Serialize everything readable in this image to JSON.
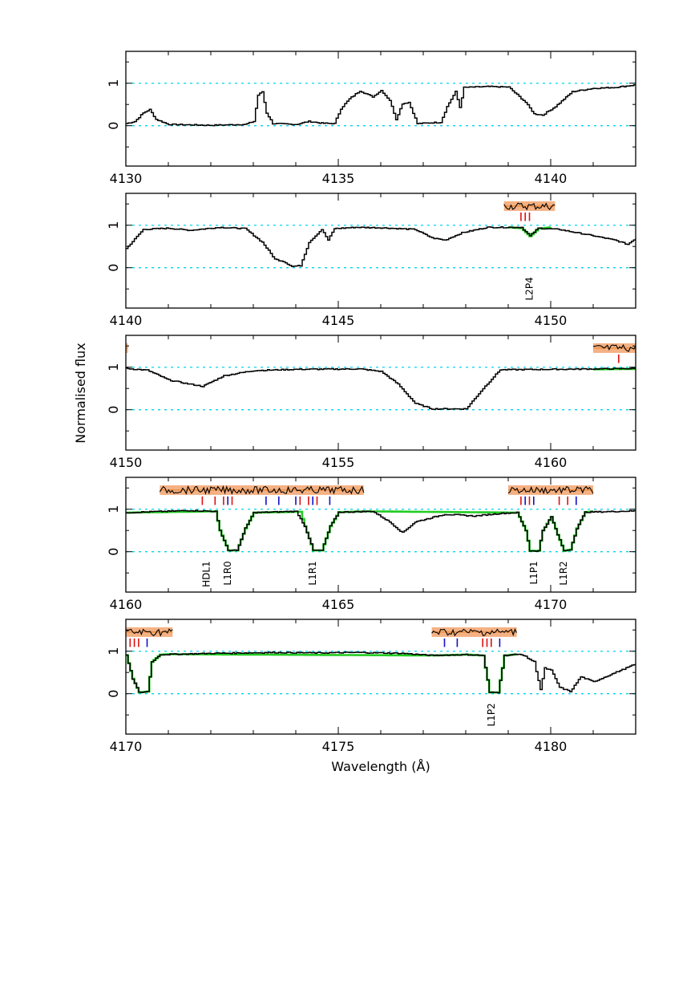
{
  "chart_data": {
    "type": "line",
    "xlabel": "Wavelength (Å)",
    "ylabel": "Normalised flux",
    "ylim": [
      -0.95,
      1.75
    ],
    "yticks": [
      0,
      1
    ],
    "grid": "dotted cyan at y=0 and y=1",
    "colors": {
      "spectrum": "#000000",
      "model": "#22cc22",
      "residual_band": "#f4b183",
      "residual_line": "#e67e22",
      "tick_red": "#dd1111",
      "tick_blue": "#1111cc",
      "gridline": "#00d6e8"
    },
    "panels": [
      {
        "xlim": [
          4130,
          4142
        ],
        "xticks": [
          4130,
          4135,
          4140
        ],
        "spectrum": [
          [
            4130,
            0.05
          ],
          [
            4130.2,
            0.1
          ],
          [
            4130.4,
            0.3
          ],
          [
            4130.55,
            0.38
          ],
          [
            4130.7,
            0.15
          ],
          [
            4131,
            0.03
          ],
          [
            4132,
            0.01
          ],
          [
            4132.8,
            0.03
          ],
          [
            4133,
            0.1
          ],
          [
            4133.1,
            0.72
          ],
          [
            4133.2,
            0.8
          ],
          [
            4133.3,
            0.3
          ],
          [
            4133.45,
            0.05
          ],
          [
            4134,
            0.03
          ],
          [
            4134.3,
            0.1
          ],
          [
            4134.6,
            0.06
          ],
          [
            4134.9,
            0.05
          ],
          [
            4135.05,
            0.4
          ],
          [
            4135.25,
            0.63
          ],
          [
            4135.5,
            0.82
          ],
          [
            4135.8,
            0.68
          ],
          [
            4136,
            0.83
          ],
          [
            4136.2,
            0.6
          ],
          [
            4136.35,
            0.15
          ],
          [
            4136.5,
            0.52
          ],
          [
            4136.65,
            0.55
          ],
          [
            4136.85,
            0.05
          ],
          [
            4137.4,
            0.08
          ],
          [
            4137.55,
            0.45
          ],
          [
            4137.75,
            0.8
          ],
          [
            4137.85,
            0.43
          ],
          [
            4137.95,
            0.9
          ],
          [
            4138.5,
            0.92
          ],
          [
            4139,
            0.91
          ],
          [
            4139.4,
            0.55
          ],
          [
            4139.6,
            0.28
          ],
          [
            4139.8,
            0.25
          ],
          [
            4140.1,
            0.45
          ],
          [
            4140.5,
            0.8
          ],
          [
            4141,
            0.88
          ],
          [
            4141.5,
            0.9
          ],
          [
            4142,
            0.96
          ]
        ]
      },
      {
        "xlim": [
          4140,
          4152
        ],
        "xticks": [
          4140,
          4145,
          4150
        ],
        "spectrum": [
          [
            4140,
            0.45
          ],
          [
            4140.4,
            0.9
          ],
          [
            4141,
            0.93
          ],
          [
            4141.5,
            0.88
          ],
          [
            4142.2,
            0.95
          ],
          [
            4142.8,
            0.92
          ],
          [
            4143.2,
            0.6
          ],
          [
            4143.5,
            0.2
          ],
          [
            4143.7,
            0.15
          ],
          [
            4143.9,
            0.03
          ],
          [
            4144.1,
            0.05
          ],
          [
            4144.3,
            0.6
          ],
          [
            4144.6,
            0.9
          ],
          [
            4144.75,
            0.65
          ],
          [
            4144.9,
            0.92
          ],
          [
            4145.4,
            0.95
          ],
          [
            4146,
            0.94
          ],
          [
            4146.8,
            0.9
          ],
          [
            4147.2,
            0.7
          ],
          [
            4147.5,
            0.65
          ],
          [
            4147.9,
            0.82
          ],
          [
            4148.5,
            0.95
          ],
          [
            4149.3,
            0.95
          ],
          [
            4149.5,
            0.75
          ],
          [
            4149.7,
            0.93
          ],
          [
            4150.2,
            0.9
          ],
          [
            4151,
            0.75
          ],
          [
            4151.5,
            0.65
          ],
          [
            4151.8,
            0.55
          ],
          [
            4152,
            0.7
          ]
        ],
        "model": [
          [
            4149,
            0.95
          ],
          [
            4149.3,
            0.93
          ],
          [
            4149.5,
            0.74
          ],
          [
            4149.7,
            0.92
          ],
          [
            4150,
            0.95
          ]
        ],
        "residual_regions": [
          [
            4148.9,
            4150.1
          ]
        ],
        "ticks_red": [
          4149.3,
          4149.4,
          4149.5
        ],
        "ticks_blue": [],
        "labels": [
          {
            "text": "L2P4",
            "x": 4149.5
          }
        ]
      },
      {
        "xlim": [
          4150,
          4162
        ],
        "xticks": [
          4150,
          4155,
          4160
        ],
        "spectrum": [
          [
            4150,
            0.97
          ],
          [
            4150.5,
            0.93
          ],
          [
            4151,
            0.7
          ],
          [
            4151.4,
            0.62
          ],
          [
            4151.8,
            0.55
          ],
          [
            4152.3,
            0.8
          ],
          [
            4153,
            0.92
          ],
          [
            4154,
            0.95
          ],
          [
            4155.5,
            0.96
          ],
          [
            4156,
            0.9
          ],
          [
            4156.4,
            0.6
          ],
          [
            4156.8,
            0.15
          ],
          [
            4157.2,
            0.02
          ],
          [
            4158,
            0.02
          ],
          [
            4158.4,
            0.5
          ],
          [
            4158.8,
            0.94
          ],
          [
            4160,
            0.95
          ],
          [
            4161,
            0.96
          ],
          [
            4162,
            0.97
          ]
        ],
        "model": [
          [
            4161,
            0.95
          ],
          [
            4162,
            0.96
          ]
        ],
        "residual_regions": [
          [
            4150,
            4150.05
          ],
          [
            4161,
            4162
          ]
        ],
        "ticks_red": [
          4161.6
        ],
        "ticks_blue": [],
        "labels": []
      },
      {
        "xlim": [
          4160,
          4172
        ],
        "xticks": [
          4160,
          4165,
          4170
        ],
        "spectrum": [
          [
            4160,
            0.92
          ],
          [
            4161.5,
            0.97
          ],
          [
            4162.1,
            0.95
          ],
          [
            4162.2,
            0.5
          ],
          [
            4162.4,
            0.03
          ],
          [
            4162.6,
            0.03
          ],
          [
            4162.8,
            0.55
          ],
          [
            4163,
            0.92
          ],
          [
            4164,
            0.95
          ],
          [
            4164.2,
            0.6
          ],
          [
            4164.4,
            0.03
          ],
          [
            4164.6,
            0.03
          ],
          [
            4164.8,
            0.6
          ],
          [
            4165,
            0.93
          ],
          [
            4165.8,
            0.95
          ],
          [
            4166.2,
            0.7
          ],
          [
            4166.5,
            0.45
          ],
          [
            4166.8,
            0.7
          ],
          [
            4167.5,
            0.88
          ],
          [
            4168.2,
            0.84
          ],
          [
            4168.8,
            0.9
          ],
          [
            4169.2,
            0.92
          ],
          [
            4169.4,
            0.5
          ],
          [
            4169.5,
            0.02
          ],
          [
            4169.7,
            0.02
          ],
          [
            4169.8,
            0.5
          ],
          [
            4170,
            0.82
          ],
          [
            4170.15,
            0.4
          ],
          [
            4170.3,
            0.02
          ],
          [
            4170.45,
            0.05
          ],
          [
            4170.6,
            0.55
          ],
          [
            4170.8,
            0.93
          ],
          [
            4172,
            0.96
          ]
        ],
        "model": [
          [
            4160,
            0.92
          ],
          [
            4162.1,
            0.95
          ],
          [
            4162.2,
            0.5
          ],
          [
            4162.4,
            0.03
          ],
          [
            4162.6,
            0.03
          ],
          [
            4162.8,
            0.55
          ],
          [
            4163,
            0.92
          ],
          [
            4164.1,
            0.94
          ],
          [
            4164.2,
            0.6
          ],
          [
            4164.4,
            0.03
          ],
          [
            4164.6,
            0.03
          ],
          [
            4164.8,
            0.6
          ],
          [
            4165,
            0.93
          ],
          [
            4165.6,
            0.95
          ],
          [
            4169.2,
            0.92
          ],
          [
            4169.4,
            0.5
          ],
          [
            4169.5,
            0.02
          ],
          [
            4169.7,
            0.02
          ],
          [
            4169.8,
            0.5
          ],
          [
            4170,
            0.82
          ],
          [
            4170.15,
            0.4
          ],
          [
            4170.3,
            0.02
          ],
          [
            4170.45,
            0.05
          ],
          [
            4170.6,
            0.55
          ],
          [
            4170.8,
            0.93
          ],
          [
            4171,
            0.95
          ]
        ],
        "residual_regions": [
          [
            4160.8,
            4165.6
          ],
          [
            4169,
            4171
          ]
        ],
        "ticks_red": [
          4161.8,
          4162.1,
          4162.3,
          4162.5,
          4164.1,
          4164.3,
          4164.5,
          4169.3,
          4169.5,
          4170.2,
          4170.4
        ],
        "ticks_blue": [
          4162.4,
          4163.3,
          4163.6,
          4164.0,
          4164.4,
          4164.8,
          4169.4,
          4169.6,
          4170.6
        ],
        "labels": [
          {
            "text": "HDL1",
            "x": 4161.9
          },
          {
            "text": "L1R0",
            "x": 4162.4
          },
          {
            "text": "L1R1",
            "x": 4164.4
          },
          {
            "text": "L1P1",
            "x": 4169.6
          },
          {
            "text": "L1R2",
            "x": 4170.3
          }
        ]
      },
      {
        "xlim": [
          4170,
          4182
        ],
        "xticks": [
          4170,
          4175,
          4180
        ],
        "spectrum": [
          [
            4170,
            0.9
          ],
          [
            4170.15,
            0.35
          ],
          [
            4170.3,
            0.03
          ],
          [
            4170.5,
            0.05
          ],
          [
            4170.6,
            0.75
          ],
          [
            4170.8,
            0.92
          ],
          [
            4172,
            0.95
          ],
          [
            4173.5,
            0.97
          ],
          [
            4174.5,
            0.96
          ],
          [
            4175.5,
            0.97
          ],
          [
            4176.5,
            0.95
          ],
          [
            4177.2,
            0.9
          ],
          [
            4178,
            0.92
          ],
          [
            4178.4,
            0.9
          ],
          [
            4178.55,
            0.03
          ],
          [
            4178.75,
            0.03
          ],
          [
            4178.9,
            0.9
          ],
          [
            4179.3,
            0.93
          ],
          [
            4179.6,
            0.75
          ],
          [
            4179.75,
            0.1
          ],
          [
            4179.85,
            0.6
          ],
          [
            4180,
            0.55
          ],
          [
            4180.2,
            0.15
          ],
          [
            4180.45,
            0.05
          ],
          [
            4180.7,
            0.4
          ],
          [
            4181,
            0.28
          ],
          [
            4181.4,
            0.45
          ],
          [
            4182,
            0.7
          ]
        ],
        "model": [
          [
            4170,
            0.9
          ],
          [
            4170.15,
            0.35
          ],
          [
            4170.3,
            0.03
          ],
          [
            4170.5,
            0.05
          ],
          [
            4170.6,
            0.75
          ],
          [
            4170.8,
            0.92
          ],
          [
            4171,
            0.93
          ],
          [
            4177.2,
            0.9
          ],
          [
            4178,
            0.92
          ],
          [
            4178.4,
            0.9
          ],
          [
            4178.55,
            0.03
          ],
          [
            4178.75,
            0.03
          ],
          [
            4178.9,
            0.9
          ],
          [
            4179.2,
            0.93
          ]
        ],
        "residual_regions": [
          [
            4170,
            4171.1
          ],
          [
            4177.2,
            4179.2
          ]
        ],
        "ticks_red": [
          4170.1,
          4170.2,
          4170.3,
          4178.4,
          4178.5,
          4178.6
        ],
        "ticks_blue": [
          4170.5,
          4177.5,
          4177.8,
          4178.8
        ],
        "labels": [
          {
            "text": "L1P2",
            "x": 4178.6
          }
        ]
      }
    ]
  }
}
